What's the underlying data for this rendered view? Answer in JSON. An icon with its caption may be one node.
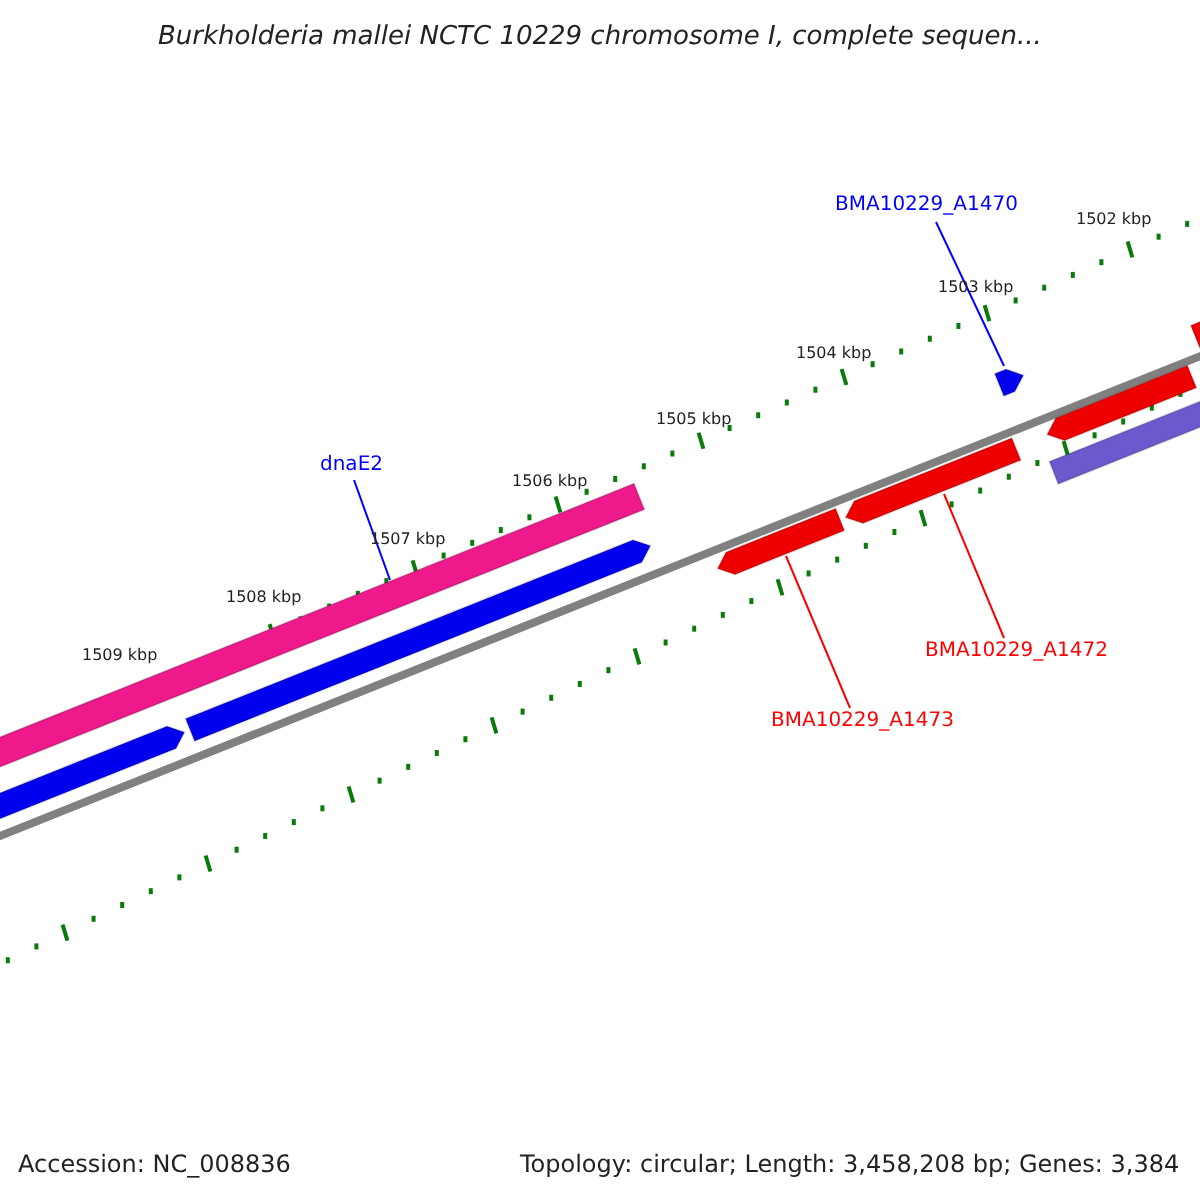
{
  "diagram": {
    "title": "Burkholderia mallei NCTC 10229 chromosome I, complete sequen...",
    "nodes": [
      {
        "text": [
          "BMA10229_A1470"
        ]
      },
      {
        "text": [],
        "shape": "bar"
      },
      {
        "text": [
          "dnaE2"
        ]
      },
      {
        "text": [],
        "shape": "bar"
      },
      {
        "text": [
          "BMA10229_A1472"
        ]
      },
      {
        "text": [],
        "shape": "bar"
      },
      {
        "text": [
          "BMA10229_A1473"
        ]
      },
      {
        "text": [],
        "shape": "bar"
      }
    ],
    "edges": [
      {
        "from": 0,
        "to": 1,
        "arrow": "none",
        "color": "#0000ff"
      },
      {
        "from": 2,
        "to": 3,
        "arrow": "none",
        "color": "#0000ff"
      },
      {
        "from": 4,
        "to": 5,
        "arrow": "none",
        "color": "#ff0000"
      },
      {
        "from": 6,
        "to": 7,
        "arrow": "none",
        "color": "#ff0000"
      }
    ],
    "labels": [
      "1502 kbp",
      "1503 kbp",
      "1504 kbp",
      "1505 kbp",
      "1506 kbp",
      "1507 kbp",
      "1508 kbp",
      "1509 kbp",
      "Accession: NC_008836",
      "Topology: circular; Length: 3,458,208 bp; Genes: 3,384"
    ]
  }
}
